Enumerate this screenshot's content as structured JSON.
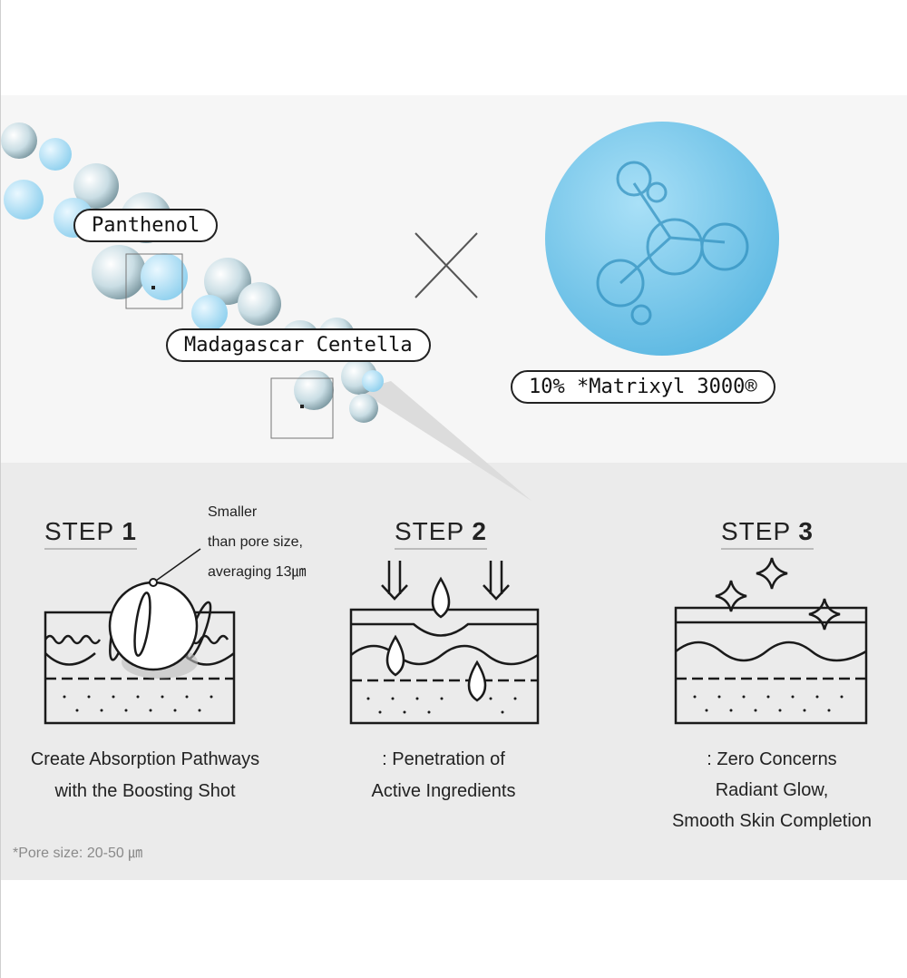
{
  "labels": {
    "panthenol": "Panthenol",
    "centella": "Madagascar Centella",
    "matrixyl": "10% *Matrixyl 3000®",
    "times_symbol": "×"
  },
  "steps": [
    {
      "word": "STEP",
      "num": "1",
      "caption": [
        "Create Absorption Pathways",
        "with the Boosting Shot"
      ]
    },
    {
      "word": "STEP",
      "num": "2",
      "caption": [
        ": Penetration of",
        "Active Ingredients"
      ]
    },
    {
      "word": "STEP",
      "num": "3",
      "caption": [
        ": Zero Concerns",
        "Radiant Glow,",
        "Smooth Skin Completion"
      ]
    }
  ],
  "callout": [
    "Smaller",
    "than pore size,",
    "averaging 13㎛"
  ],
  "footnote": "*Pore size: 20-50 ㎛",
  "colors": {
    "accent_blue": "#8fd0ee",
    "line": "#1a1a1a"
  }
}
